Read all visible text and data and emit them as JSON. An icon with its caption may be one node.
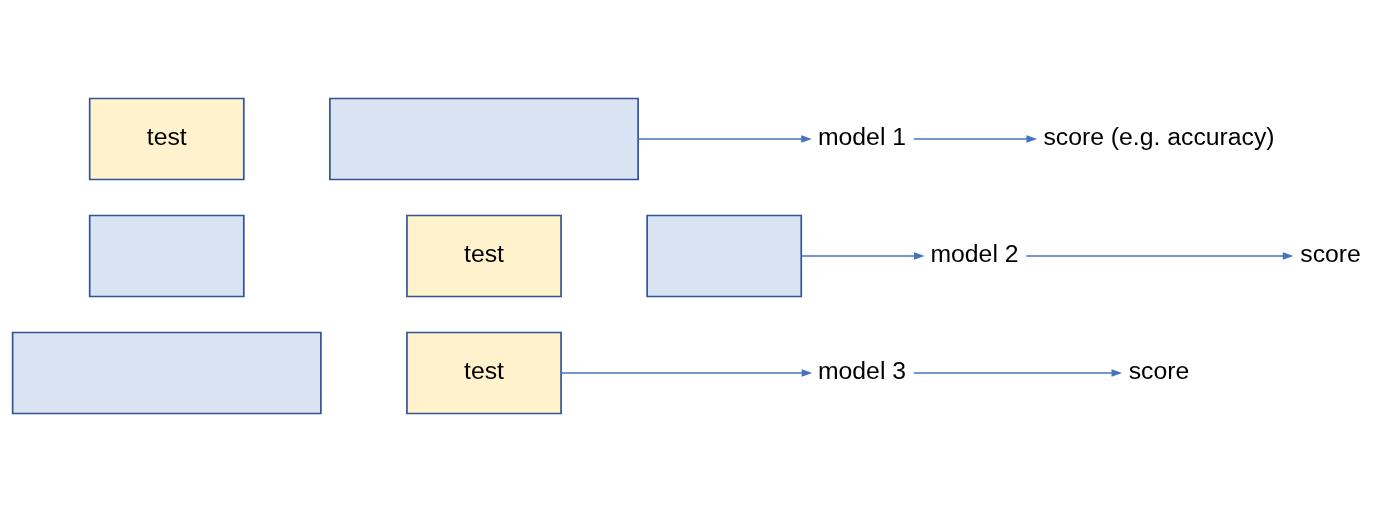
{
  "diagram": {
    "nodes": [
      {
        "text": [
          "test"
        ]
      },
      {
        "text": [],
        "shape": "box"
      },
      {
        "text": [
          "model 1"
        ]
      },
      {
        "text": [
          "score (e.g. accuracy)"
        ]
      },
      {
        "text": [],
        "shape": "box"
      },
      {
        "text": [
          "test"
        ]
      },
      {
        "text": [],
        "shape": "box"
      },
      {
        "text": [
          "model 2"
        ]
      },
      {
        "text": [
          "score"
        ]
      },
      {
        "text": [],
        "shape": "box"
      },
      {
        "text": [
          "test"
        ]
      },
      {
        "text": [
          "model 3"
        ]
      },
      {
        "text": [
          "score"
        ]
      }
    ],
    "edges": [
      {
        "from": 1,
        "to": 2,
        "arrow": "to"
      },
      {
        "from": 2,
        "to": 3,
        "arrow": "to"
      },
      {
        "from": 6,
        "to": 7,
        "arrow": "to"
      },
      {
        "from": 7,
        "to": 8,
        "arrow": "to"
      },
      {
        "from": 10,
        "to": 11,
        "arrow": "to"
      },
      {
        "from": 11,
        "to": 12,
        "arrow": "to"
      }
    ]
  }
}
